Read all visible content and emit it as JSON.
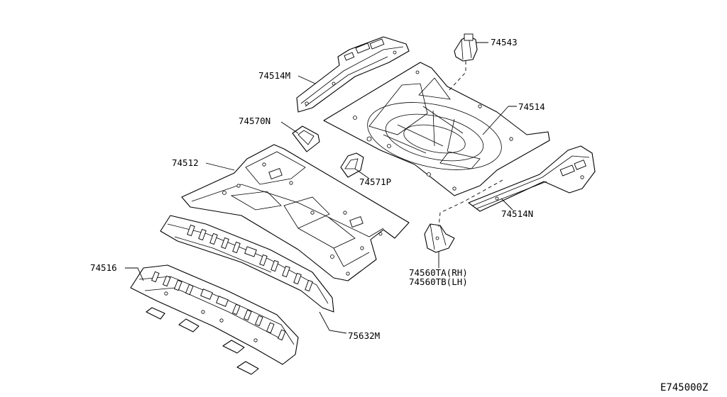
{
  "parts": {
    "p74514m": "74514M",
    "p74543": "74543",
    "p74514": "74514",
    "p74570n": "74570N",
    "p74512": "74512",
    "p74571p": "74571P",
    "p74514n": "74514N",
    "p74516": "74516",
    "p74560ta": "74560TA(RH)",
    "p74560tb": "74560TB(LH)",
    "p75632m": "75632M"
  },
  "diagram_code": "E745000Z"
}
